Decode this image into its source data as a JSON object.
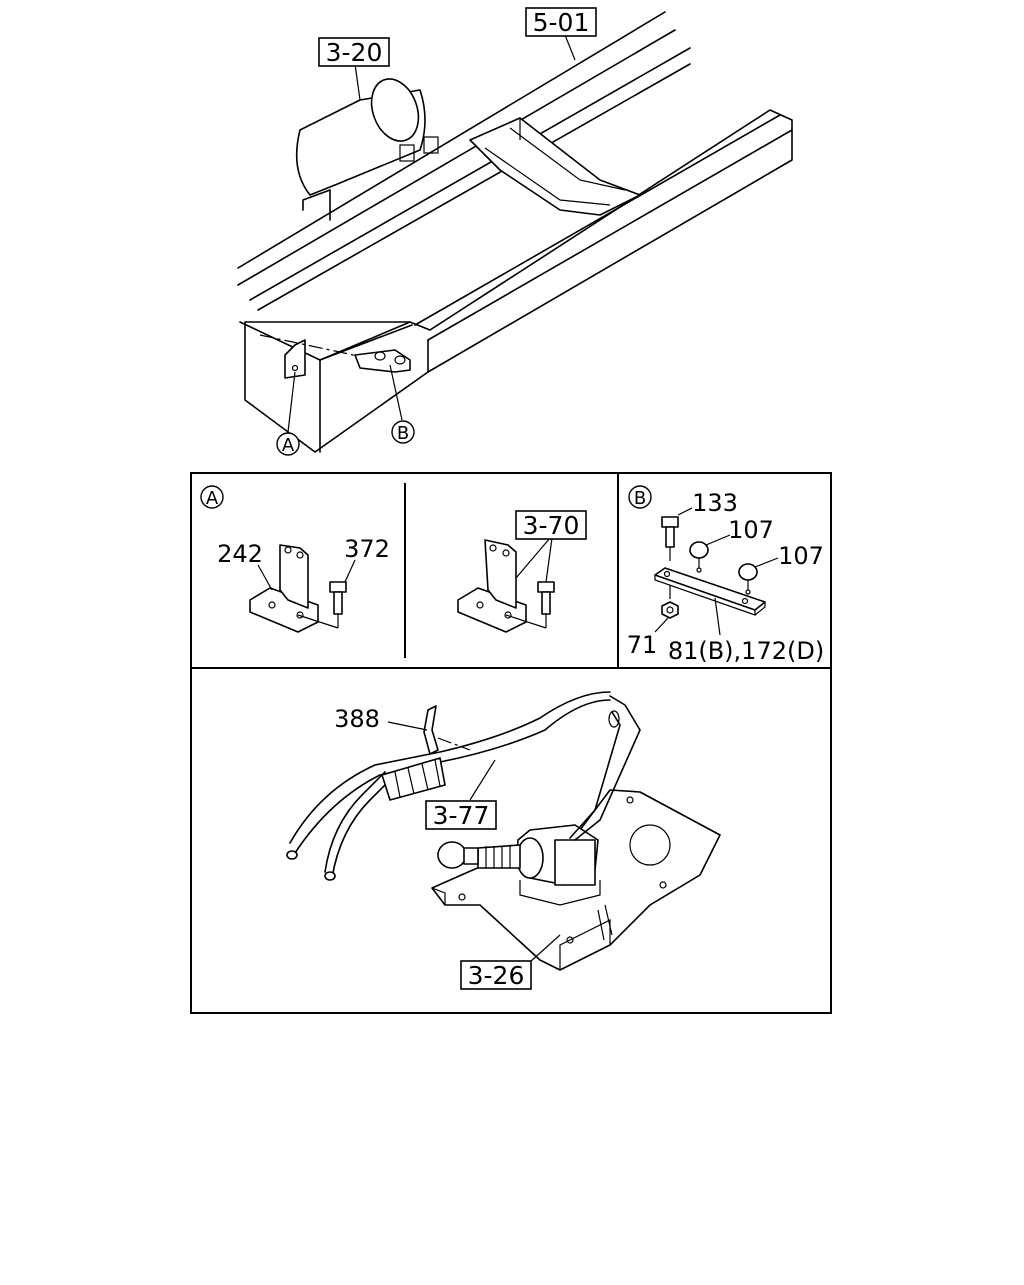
{
  "diagram": {
    "top_refs": {
      "frame_ref": "5-01",
      "tank_ref": "3-20"
    },
    "top_callouts": {
      "a": "A",
      "b": "B"
    },
    "panel_a": {
      "circle": "A",
      "part_bracket": "242",
      "part_bolt": "372",
      "ref_alt": "3-70"
    },
    "panel_b": {
      "circle": "B",
      "part_bolt": "133",
      "part_clip_1": "107",
      "part_clip_2": "107",
      "part_nut": "71",
      "part_plate": "81(B),172(D)"
    },
    "panel_bottom": {
      "part_clip": "388",
      "ref_hose": "3-77",
      "ref_pump": "3-26"
    }
  }
}
